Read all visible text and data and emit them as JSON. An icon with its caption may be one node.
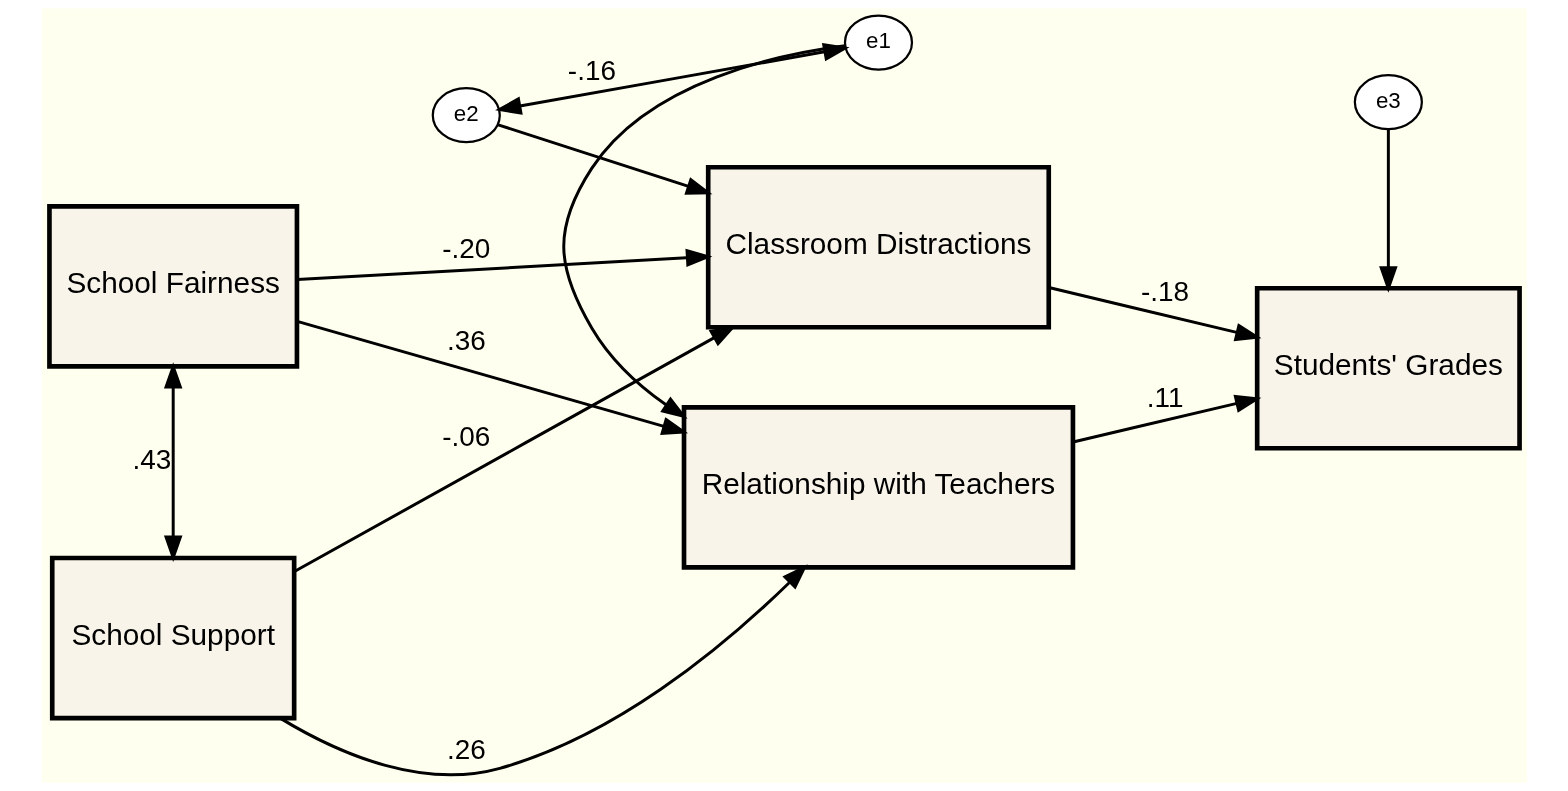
{
  "diagram": {
    "nodes": [
      {
        "text": [
          "School Fairness"
        ]
      },
      {
        "text": [
          "School Support"
        ]
      },
      {
        "text": [
          "Relationship with Teachers"
        ]
      },
      {
        "text": [
          "Classroom Distractions"
        ]
      },
      {
        "text": [
          "Students' Grades"
        ]
      },
      {
        "text": [
          "e1"
        ]
      },
      {
        "text": [
          "e2"
        ]
      },
      {
        "text": [
          "e3"
        ]
      }
    ],
    "edges": [
      {
        "from": 0,
        "to": 1,
        "arrow": "both",
        "label": ".43"
      },
      {
        "from": 0,
        "to": 2,
        "arrow": "to",
        "label": ".36"
      },
      {
        "from": 0,
        "to": 3,
        "arrow": "to",
        "label": "-.20"
      },
      {
        "from": 1,
        "to": 2,
        "arrow": "to",
        "label": ".26"
      },
      {
        "from": 1,
        "to": 3,
        "arrow": "to",
        "label": "-.06"
      },
      {
        "from": 2,
        "to": 4,
        "arrow": "to",
        "label": ".11"
      },
      {
        "from": 3,
        "to": 4,
        "arrow": "to",
        "label": "-.18"
      },
      {
        "from": 5,
        "to": 2,
        "arrow": "to"
      },
      {
        "from": 6,
        "to": 3,
        "arrow": "to"
      },
      {
        "from": 6,
        "to": 5,
        "arrow": "both",
        "label": "-.16"
      },
      {
        "from": 7,
        "to": 4,
        "arrow": "to"
      }
    ]
  }
}
